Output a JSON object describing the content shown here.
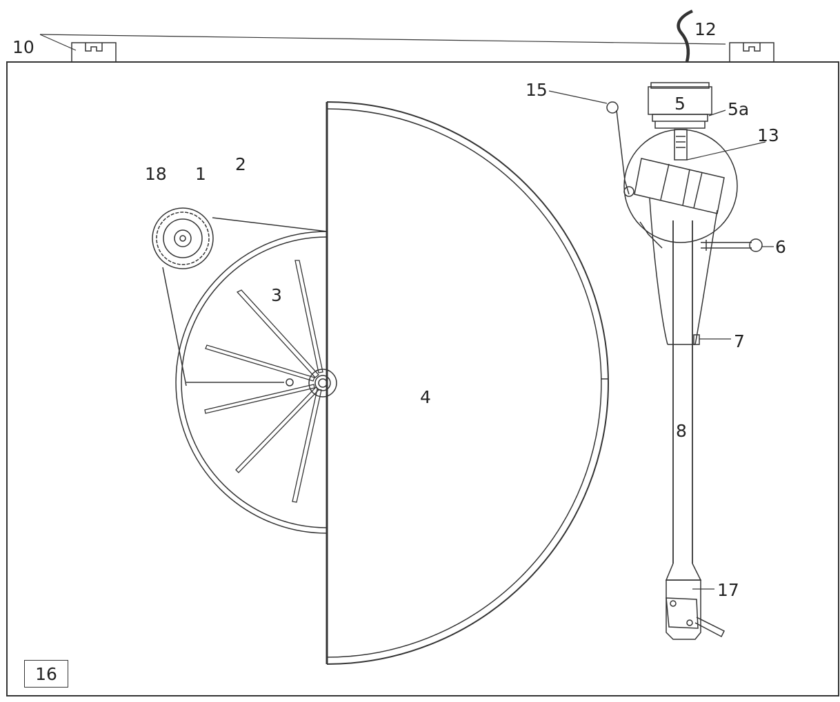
{
  "labels": {
    "l10": "10",
    "l12": "12",
    "l15": "15",
    "l5": "5",
    "l5a": "5a",
    "l13": "13",
    "l18": "18",
    "l1": "1",
    "l2": "2",
    "l3": "3",
    "l4": "4",
    "l6": "6",
    "l7": "7",
    "l8": "8",
    "l17": "17",
    "l16": "16"
  }
}
